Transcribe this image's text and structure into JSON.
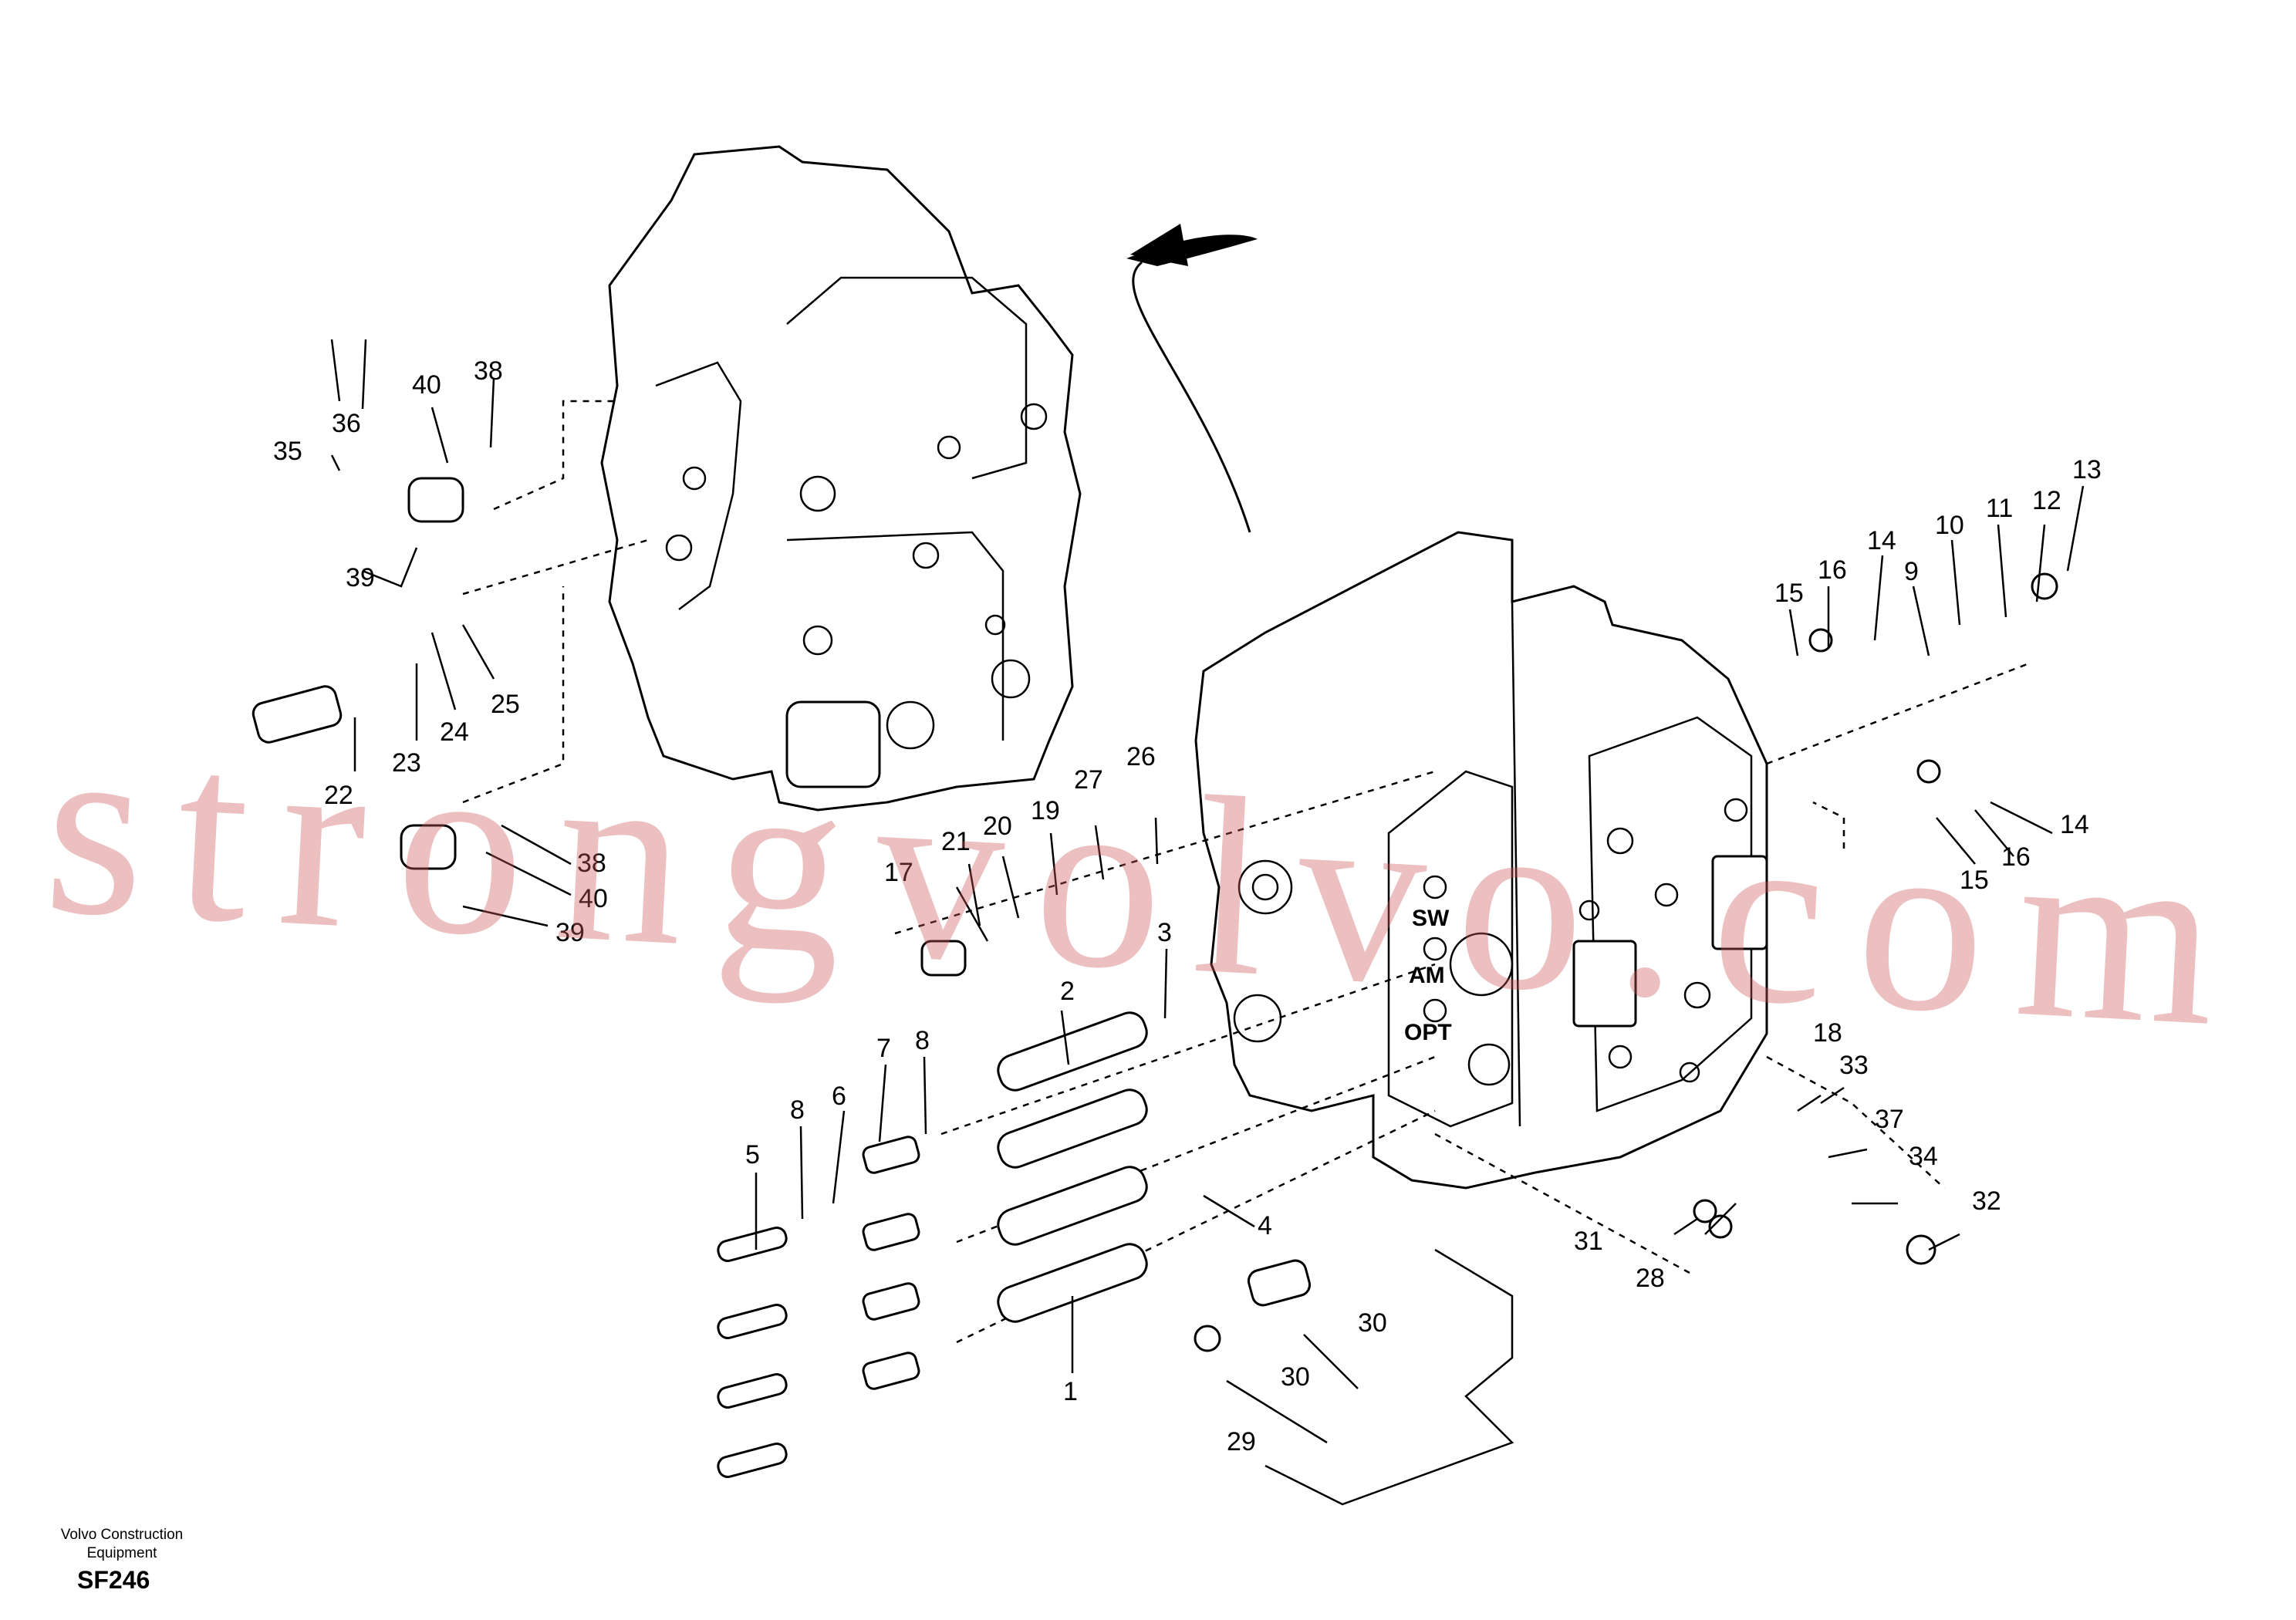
{
  "watermark": "strongvolvo.com",
  "footer": {
    "company": "Volvo Construction Equipment",
    "code": "SF246"
  },
  "valve_markings": [
    "SW",
    "AM",
    "OPT"
  ],
  "callouts": [
    "1",
    "2",
    "3",
    "4",
    "5",
    "6",
    "7",
    "8",
    "8",
    "9",
    "10",
    "11",
    "12",
    "13",
    "14",
    "14",
    "15",
    "15",
    "16",
    "16",
    "17",
    "18",
    "19",
    "20",
    "21",
    "22",
    "23",
    "24",
    "25",
    "26",
    "27",
    "28",
    "29",
    "30",
    "30",
    "31",
    "32",
    "33",
    "34",
    "35",
    "36",
    "37",
    "38",
    "38",
    "39",
    "39",
    "40",
    "40"
  ]
}
